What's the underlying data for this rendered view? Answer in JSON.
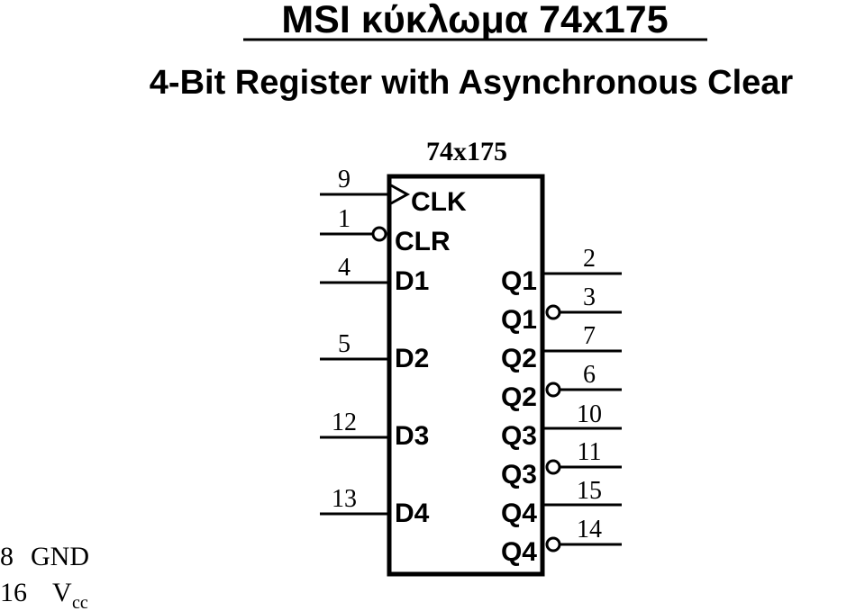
{
  "title": "MSI κύκλωμα 74x175",
  "subtitle": "4-Bit Register with Asynchronous Clear",
  "chip": {
    "name": "74x175"
  },
  "inputs": [
    {
      "label": "CLK",
      "pin": "9"
    },
    {
      "label": "CLR",
      "pin": "1"
    },
    {
      "label": "D1",
      "pin": "4"
    },
    {
      "label": "D2",
      "pin": "5"
    },
    {
      "label": "D3",
      "pin": "12"
    },
    {
      "label": "D4",
      "pin": "13"
    }
  ],
  "outputs": [
    {
      "label": "Q1",
      "pin": "2"
    },
    {
      "label": "Q1",
      "pin": "3"
    },
    {
      "label": "Q2",
      "pin": "7"
    },
    {
      "label": "Q2",
      "pin": "6"
    },
    {
      "label": "Q3",
      "pin": "10"
    },
    {
      "label": "Q3",
      "pin": "11"
    },
    {
      "label": "Q4",
      "pin": "15"
    },
    {
      "label": "Q4",
      "pin": "14"
    }
  ],
  "power": {
    "gnd": {
      "pin": "8",
      "label": "GND"
    },
    "vcc": {
      "pin": "16",
      "label": "V",
      "sub": "cc"
    }
  }
}
